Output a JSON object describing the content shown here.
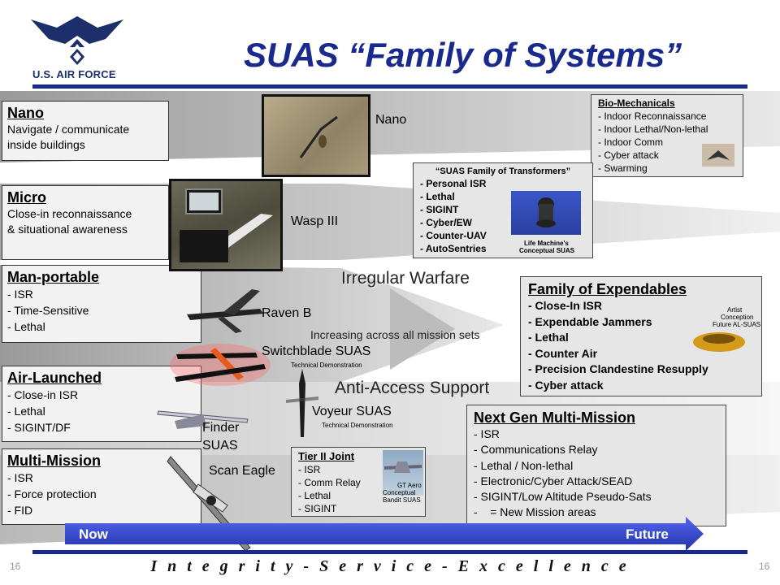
{
  "header": {
    "logo_text": "U.S. AIR FORCE",
    "title": "SUAS “Family of Systems”"
  },
  "categories": [
    {
      "heading": "Nano",
      "lines": [
        "Navigate / communicate",
        "inside buildings"
      ]
    },
    {
      "heading": "Micro",
      "lines": [
        "Close-in reconnaissance",
        "& situational awareness"
      ]
    },
    {
      "heading": "Man-portable",
      "lines": [
        "- ISR",
        "- Time-Sensitive",
        "- Lethal"
      ]
    },
    {
      "heading": "Air-Launched",
      "lines": [
        "- Close-in ISR",
        "- Lethal",
        "- SIGINT/DF"
      ]
    },
    {
      "heading": "Multi-Mission",
      "lines": [
        "- ISR",
        "- Force protection",
        "- FID"
      ]
    }
  ],
  "system_labels": {
    "nano": "Nano",
    "wasp": "Wasp III",
    "raven": "Raven B",
    "switchblade": "Switchblade SUAS",
    "switchblade_sub": "Technical Demonstration",
    "voyeur": "Voyeur SUAS",
    "voyeur_sub": "Technical Demonstration",
    "finder_1": "Finder",
    "finder_2": "SUAS",
    "scan_eagle": "Scan Eagle"
  },
  "center_text": {
    "irregular": "Irregular Warfare",
    "increasing": "Increasing across all mission sets",
    "anti_access": "Anti-Access Support"
  },
  "bio": {
    "heading": "Bio-Mechanicals",
    "items": [
      "- Indoor Reconnaissance",
      "- Indoor Lethal/Non-lethal",
      "- Indoor Comm",
      "- Cyber attack",
      "- Swarming"
    ]
  },
  "transformers": {
    "heading": "“SUAS Family of Transformers”",
    "items": [
      "- Personal ISR",
      "- Lethal",
      "- SIGINT",
      "- Cyber/EW",
      "- Counter-UAV",
      "- AutoSentries"
    ],
    "caption_1": "Life Machine's",
    "caption_2": "Conceptual SUAS"
  },
  "expendables": {
    "heading": "Family of Expendables",
    "items": [
      "- Close-In ISR",
      "- Expendable Jammers",
      "- Lethal",
      "- Counter Air",
      "- Precision Clandestine Resupply",
      "- Cyber attack"
    ],
    "caption_1": "Artist",
    "caption_2": "Conception",
    "caption_3": "Future AL-SUAS"
  },
  "next_gen": {
    "heading": "Next Gen Multi-Mission",
    "items": [
      "- ISR",
      "- Communications Relay",
      "- Lethal / Non-lethal",
      "- Electronic/Cyber Attack/SEAD",
      "- SIGINT/Low Altitude Pseudo-Sats",
      "-    = New Mission areas"
    ]
  },
  "tier2": {
    "heading": "Tier II Joint",
    "items": [
      "- ISR",
      "- Comm Relay",
      "- Lethal",
      "- SIGINT"
    ],
    "caption_1": "GT Aero",
    "caption_2": "Conceptual Bandit SUAS"
  },
  "timeline": {
    "start": "Now",
    "end": "Future"
  },
  "footer": {
    "motto": "I n t e g r i t y  -  S e r v i c e  -  E x c e l l e n c e",
    "page_left": "16",
    "page_right": "16"
  },
  "colors": {
    "brand_blue": "#1a2a8c",
    "arrow_blue": "#3344cc",
    "box_gray": "#e6e6e6",
    "wedge_gray": "#c8c8c8"
  }
}
